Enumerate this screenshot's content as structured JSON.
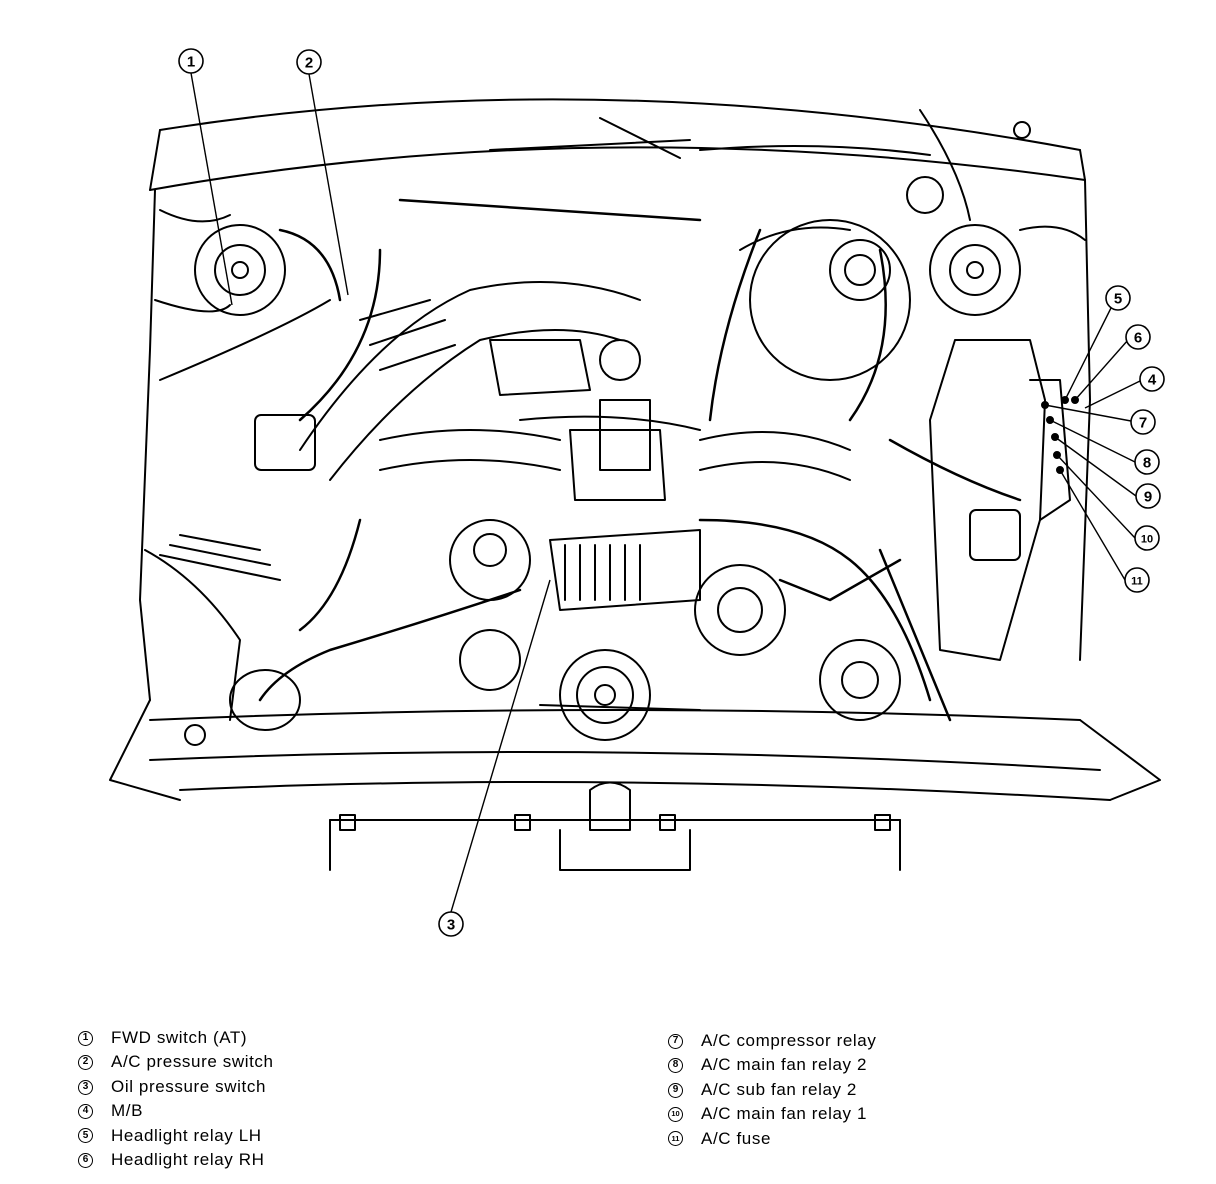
{
  "callouts": [
    {
      "num": "1"
    },
    {
      "num": "2"
    },
    {
      "num": "3"
    },
    {
      "num": "4"
    },
    {
      "num": "5"
    },
    {
      "num": "6"
    },
    {
      "num": "7"
    },
    {
      "num": "8"
    },
    {
      "num": "9"
    },
    {
      "num": "10"
    },
    {
      "num": "11"
    }
  ],
  "legend": {
    "left": [
      {
        "num": "1",
        "label": "FWD switch (AT)"
      },
      {
        "num": "2",
        "label": "A/C pressure switch"
      },
      {
        "num": "3",
        "label": "Oil pressure switch"
      },
      {
        "num": "4",
        "label": "M/B"
      },
      {
        "num": "5",
        "label": "Headlight relay LH"
      },
      {
        "num": "6",
        "label": "Headlight relay RH"
      }
    ],
    "right": [
      {
        "num": "7",
        "label": "A/C compressor relay"
      },
      {
        "num": "8",
        "label": "A/C main fan relay 2"
      },
      {
        "num": "9",
        "label": "A/C sub fan relay 2"
      },
      {
        "num": "10",
        "label": "A/C main fan relay 1"
      },
      {
        "num": "11",
        "label": "A/C fuse"
      }
    ]
  }
}
